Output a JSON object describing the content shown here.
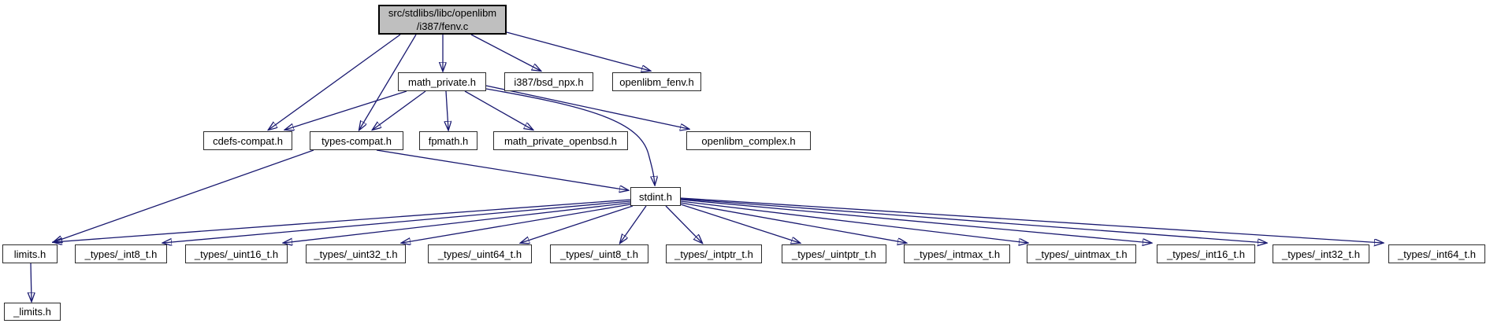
{
  "graph": {
    "kind": "include-dependency-graph",
    "colors": {
      "edge": "#191970",
      "node_fill": "#ffffff",
      "node_border": "#2b2b2b",
      "root_fill": "#bfbfbf",
      "root_border": "#000000",
      "text": "#000000"
    },
    "nodes": [
      {
        "id": "fenv.c",
        "label": "src/stdlibs/libc/openlibm\n/i387/fenv.c",
        "root": true
      },
      {
        "id": "math_private.h",
        "label": "math_private.h"
      },
      {
        "id": "i387/bsd_npx.h",
        "label": "i387/bsd_npx.h"
      },
      {
        "id": "openlibm_fenv.h",
        "label": "openlibm_fenv.h"
      },
      {
        "id": "cdefs-compat.h",
        "label": "cdefs-compat.h"
      },
      {
        "id": "types-compat.h",
        "label": "types-compat.h"
      },
      {
        "id": "fpmath.h",
        "label": "fpmath.h"
      },
      {
        "id": "math_private_openbsd.h",
        "label": "math_private_openbsd.h"
      },
      {
        "id": "openlibm_complex.h",
        "label": "openlibm_complex.h"
      },
      {
        "id": "stdint.h",
        "label": "stdint.h"
      },
      {
        "id": "limits.h",
        "label": "limits.h"
      },
      {
        "id": "_types/_int8_t.h",
        "label": "_types/_int8_t.h"
      },
      {
        "id": "_types/_uint16_t.h",
        "label": "_types/_uint16_t.h"
      },
      {
        "id": "_types/_uint32_t.h",
        "label": "_types/_uint32_t.h"
      },
      {
        "id": "_types/_uint64_t.h",
        "label": "_types/_uint64_t.h"
      },
      {
        "id": "_types/_uint8_t.h",
        "label": "_types/_uint8_t.h"
      },
      {
        "id": "_types/_intptr_t.h",
        "label": "_types/_intptr_t.h"
      },
      {
        "id": "_types/_uintptr_t.h",
        "label": "_types/_uintptr_t.h"
      },
      {
        "id": "_types/_intmax_t.h",
        "label": "_types/_intmax_t.h"
      },
      {
        "id": "_types/_uintmax_t.h",
        "label": "_types/_uintmax_t.h"
      },
      {
        "id": "_types/_int16_t.h",
        "label": "_types/_int16_t.h"
      },
      {
        "id": "_types/_int32_t.h",
        "label": "_types/_int32_t.h"
      },
      {
        "id": "_types/_int64_t.h",
        "label": "_types/_int64_t.h"
      },
      {
        "id": "_limits.h",
        "label": "_limits.h"
      }
    ],
    "edges": [
      {
        "from": "fenv.c",
        "to": "math_private.h"
      },
      {
        "from": "fenv.c",
        "to": "i387/bsd_npx.h"
      },
      {
        "from": "fenv.c",
        "to": "openlibm_fenv.h"
      },
      {
        "from": "fenv.c",
        "to": "cdefs-compat.h"
      },
      {
        "from": "fenv.c",
        "to": "types-compat.h"
      },
      {
        "from": "math_private.h",
        "to": "cdefs-compat.h"
      },
      {
        "from": "math_private.h",
        "to": "types-compat.h"
      },
      {
        "from": "math_private.h",
        "to": "fpmath.h"
      },
      {
        "from": "math_private.h",
        "to": "math_private_openbsd.h"
      },
      {
        "from": "math_private.h",
        "to": "openlibm_complex.h"
      },
      {
        "from": "math_private.h",
        "to": "stdint.h"
      },
      {
        "from": "types-compat.h",
        "to": "limits.h"
      },
      {
        "from": "types-compat.h",
        "to": "stdint.h"
      },
      {
        "from": "stdint.h",
        "to": "limits.h"
      },
      {
        "from": "stdint.h",
        "to": "_types/_int8_t.h"
      },
      {
        "from": "stdint.h",
        "to": "_types/_uint16_t.h"
      },
      {
        "from": "stdint.h",
        "to": "_types/_uint32_t.h"
      },
      {
        "from": "stdint.h",
        "to": "_types/_uint64_t.h"
      },
      {
        "from": "stdint.h",
        "to": "_types/_uint8_t.h"
      },
      {
        "from": "stdint.h",
        "to": "_types/_intptr_t.h"
      },
      {
        "from": "stdint.h",
        "to": "_types/_uintptr_t.h"
      },
      {
        "from": "stdint.h",
        "to": "_types/_intmax_t.h"
      },
      {
        "from": "stdint.h",
        "to": "_types/_uintmax_t.h"
      },
      {
        "from": "stdint.h",
        "to": "_types/_int16_t.h"
      },
      {
        "from": "stdint.h",
        "to": "_types/_int32_t.h"
      },
      {
        "from": "stdint.h",
        "to": "_types/_int64_t.h"
      },
      {
        "from": "limits.h",
        "to": "_limits.h"
      }
    ]
  }
}
